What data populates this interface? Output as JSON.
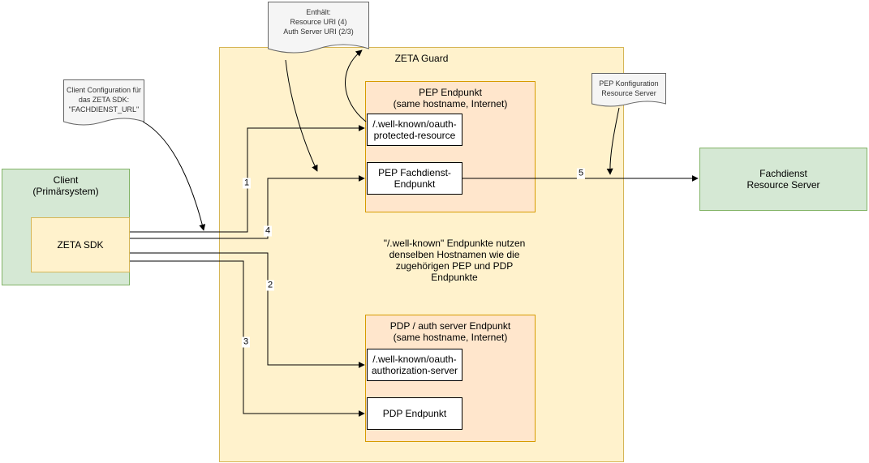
{
  "diagram": {
    "zeta_guard": {
      "title": "ZETA Guard",
      "pep_group": {
        "title": "PEP Endpunkt\n(same hostname, Internet)",
        "oauth_protected_resource": "/.well-known/oauth-\nprotected-resource",
        "pep_fachdienst_endpunkt": "PEP Fachdienst-\nEndpunkt"
      },
      "hostname_note": "\"/.well-known\" Endpunkte nutzen\ndenselben Hostnamen wie die\nzugehörigen PEP und PDP\nEndpunkte",
      "pdp_group": {
        "title": "PDP / auth server Endpunkt\n(same hostname, Internet)",
        "oauth_authorization_server": "/.well-known/oauth-\nauthorization-server",
        "pdp_endpunkt": "PDP Endpunkt"
      }
    },
    "client": {
      "title": "Client\n(Primärsystem)",
      "zeta_sdk": "ZETA SDK"
    },
    "fachdienst": {
      "title": "Fachdienst\nResource Server"
    },
    "notes": {
      "contains": "Enthält:\nResource URI (4)\nAuth Server URI (2/3)",
      "client_config": "Client Configuration für\ndas ZETA SDK:\n\"FACHDIENST_URL\"",
      "pep_config": "PEP Konfiguration\nResource Server"
    },
    "edge_labels": {
      "e1": "1",
      "e2": "2",
      "e3": "3",
      "e4": "4",
      "e5": "5"
    },
    "colors": {
      "container_fill": "#fff2cc",
      "container_border": "#d6b656",
      "group_fill": "#ffe6cc",
      "group_border": "#d79b00",
      "green_fill": "#d5e8d4",
      "green_border": "#82b366",
      "note_fill": "#f5f5f5",
      "note_border": "#666666",
      "edge_color": "#000000"
    }
  }
}
